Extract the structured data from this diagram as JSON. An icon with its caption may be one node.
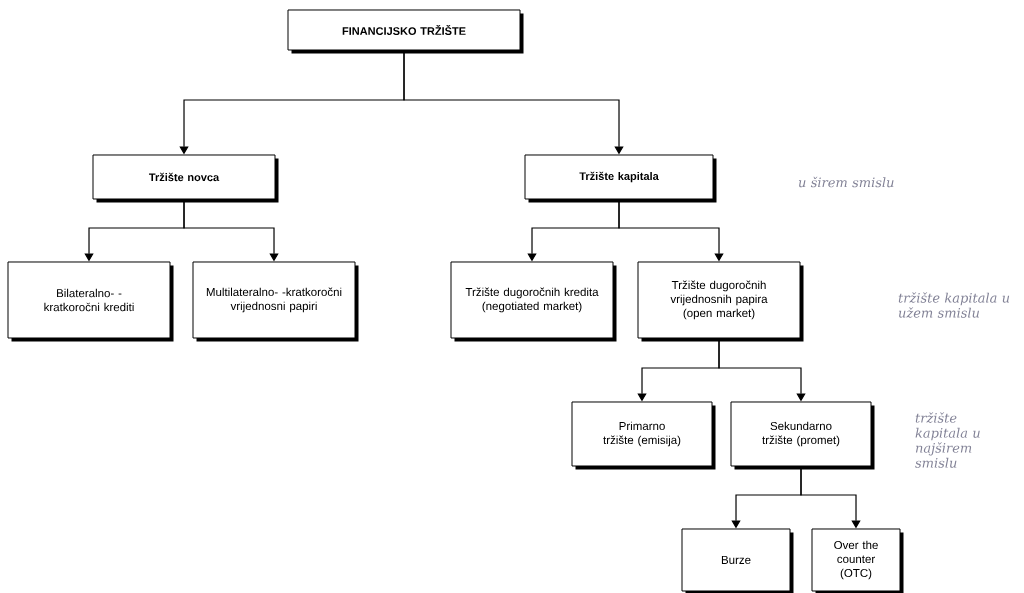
{
  "diagram": {
    "nodes": [
      {
        "text": [
          "FINANCIJSKO TRŽIŠTE"
        ]
      },
      {
        "text": [
          "Tržište novca"
        ]
      },
      {
        "text": [
          "Tržište kapitala"
        ]
      },
      {
        "text": [
          "Bilateralno- -kratkoročni krediti"
        ]
      },
      {
        "text": [
          "Multilateralno- -kratkoročni vrijednosni papiri"
        ]
      },
      {
        "text": [
          "Tržište dugoročnih kredita (negotiated market)"
        ]
      },
      {
        "text": [
          "Tržište dugoročnih vrijednosnih papira (open market)"
        ]
      },
      {
        "text": [
          "Primarno tržište (emisija)"
        ]
      },
      {
        "text": [
          "Sekundarno tržište (promet)"
        ]
      },
      {
        "text": [
          "Burze"
        ]
      },
      {
        "text": [
          "Over the counter (OTC)"
        ]
      }
    ],
    "edges": [
      {
        "from": 0,
        "to": 1,
        "arrow": "to"
      },
      {
        "from": 0,
        "to": 2,
        "arrow": "to"
      },
      {
        "from": 1,
        "to": 3,
        "arrow": "to"
      },
      {
        "from": 1,
        "to": 4,
        "arrow": "to"
      },
      {
        "from": 2,
        "to": 5,
        "arrow": "to"
      },
      {
        "from": 2,
        "to": 6,
        "arrow": "to"
      },
      {
        "from": 6,
        "to": 7,
        "arrow": "to"
      },
      {
        "from": 6,
        "to": 8,
        "arrow": "to"
      },
      {
        "from": 8,
        "to": 9,
        "arrow": "to"
      },
      {
        "from": 8,
        "to": 10,
        "arrow": "to"
      }
    ],
    "labels": [
      "u širem smislu",
      "tržište kapitala u užem smislu",
      "tržište kapitala u najširem smislu"
    ]
  }
}
